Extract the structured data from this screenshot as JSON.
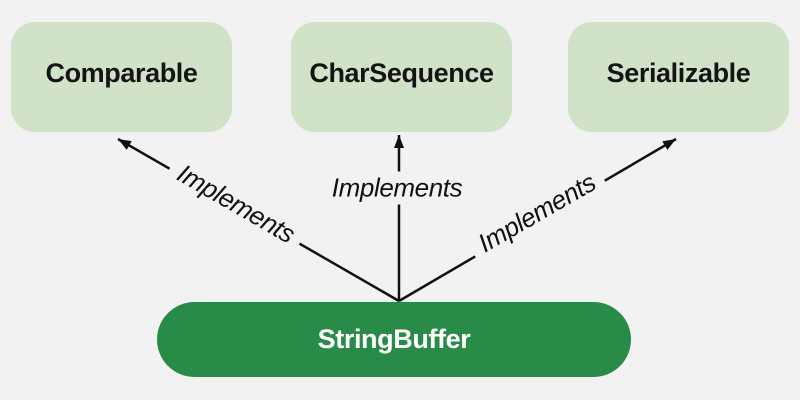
{
  "page": {
    "colors": {
      "page_bg": "#f2f2f2",
      "interface_box_bg": "#d0e3c9",
      "class_box_bg": "#288c48",
      "interface_text": "#141414",
      "class_text": "#ffffff",
      "line_color": "#111111"
    }
  },
  "diagram": {
    "interfaces": [
      {
        "label": "Comparable"
      },
      {
        "label": "CharSequence"
      },
      {
        "label": "Serializable"
      }
    ],
    "class_node": {
      "label": "StringBuffer"
    },
    "edges": [
      {
        "label": "Implements"
      },
      {
        "label": "Implements"
      },
      {
        "label": "Implements"
      }
    ]
  }
}
